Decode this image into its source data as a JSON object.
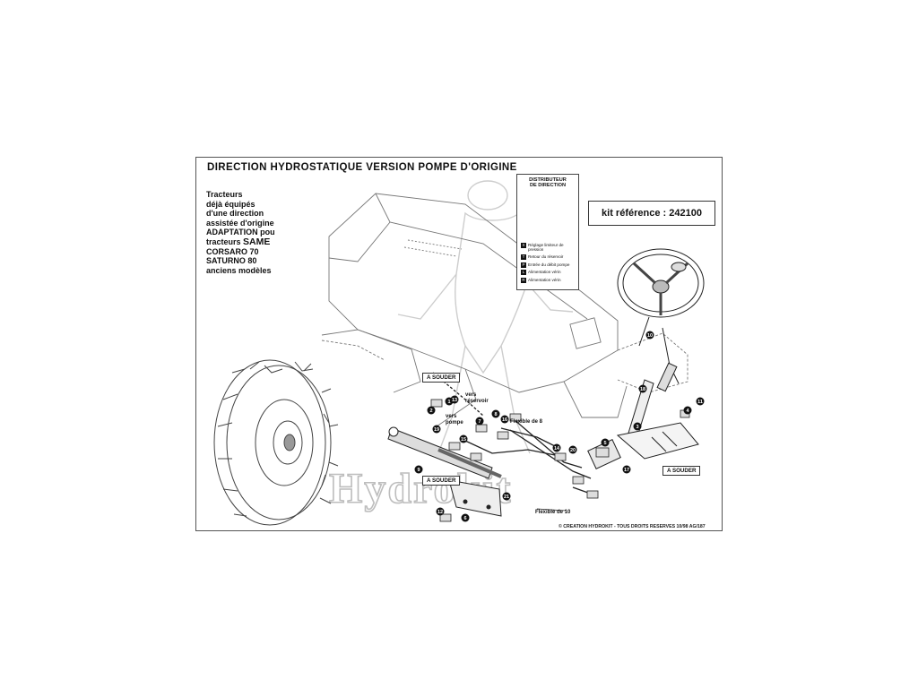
{
  "title": "DIRECTION  HYDROSTATIQUE  VERSION  POMPE  D'ORIGINE",
  "intro": {
    "lines": [
      "Tracteurs",
      "déjà équipés",
      "d'une direction",
      "assistée d'origine",
      "ADAPTATION pou"
    ],
    "brand_prefix": "tracteurs ",
    "brand": "SAME",
    "models": [
      "CORSARO  70",
      "SATURNO  80",
      "anciens modèles"
    ]
  },
  "kit_reference": "kit  référence : 242100",
  "distributor": {
    "title": [
      "DISTRIBUTEUR",
      "DE DIRECTION"
    ],
    "legend": [
      {
        "key": "X",
        "text": "Réglage limiteur de pression"
      },
      {
        "key": "T",
        "text": "Retour du réservoir"
      },
      {
        "key": "P",
        "text": "Entrée du débit pompe"
      },
      {
        "key": "L",
        "text": "Alimentation vérin"
      },
      {
        "key": "R",
        "text": "Alimentation vérin"
      }
    ]
  },
  "labels": {
    "vers_reservoir": "vers\nréservoir",
    "vers_pompe": "vers\npompe",
    "a_souder_1": "A  SOUDER",
    "a_souder_2": "A  SOUDER",
    "a_souder_3": "A  SOUDER",
    "flexible_8": "Flexible de 8",
    "flexible_10": "Flexible de 10"
  },
  "watermark": "Hydrokit",
  "copyright": "©  CREATION HYDROKIT - TOUS DROITS RESERVES  10/98 AG/187",
  "part_numbers": [
    "1",
    "2",
    "3",
    "4",
    "5",
    "6",
    "7",
    "8",
    "9",
    "10",
    "11",
    "12",
    "13",
    "14",
    "15",
    "16",
    "17",
    "18",
    "19",
    "20",
    "21"
  ]
}
